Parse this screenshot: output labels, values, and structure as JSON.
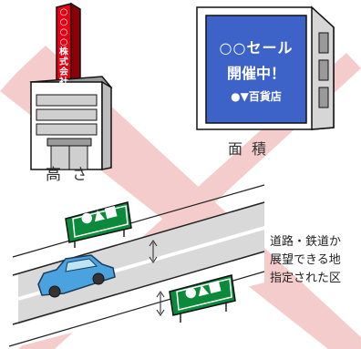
{
  "building": {
    "company_sign": "○○○○株式会社"
  },
  "billboard": {
    "line1": "○○セール",
    "line2": "開催中！",
    "line3": "●▼百貨店"
  },
  "labels": {
    "height": "高さ",
    "area": "面積"
  },
  "corridor": {
    "line1": "道路・鉄道か",
    "line2": "展望できる地",
    "line3": "指定された区"
  },
  "roadside_sign": {
    "symbols": "●▲■"
  },
  "colors": {
    "cross": "#f2c8c8",
    "company_sign": "#e60012",
    "billboard_screen": "#3d63c9",
    "road_sign": "#0a8a3a",
    "car": "#4aa3df"
  },
  "icons": [
    "building-icon",
    "billboard-building-icon",
    "car-icon",
    "road-sign-icon",
    "cross-mark-icon"
  ]
}
